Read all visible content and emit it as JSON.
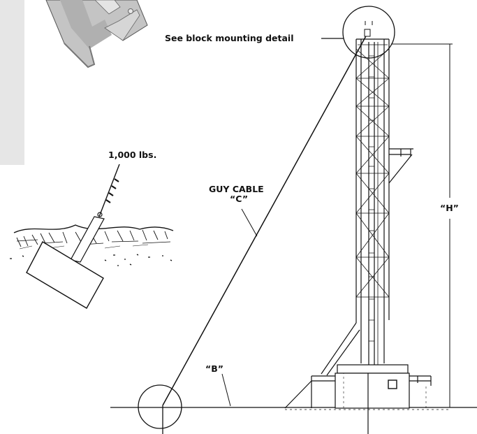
{
  "labels": {
    "block_detail": "See block mounting detail",
    "load": "1,000 lbs.",
    "guy_cable": "GUY CABLE",
    "c": "“C”",
    "h": "“H”",
    "b": "“B”"
  },
  "colors": {
    "ink": "#111111",
    "panel": "#e6e6e6",
    "metal": "#c4c4c4",
    "metal_dark": "#8a8a8a"
  }
}
